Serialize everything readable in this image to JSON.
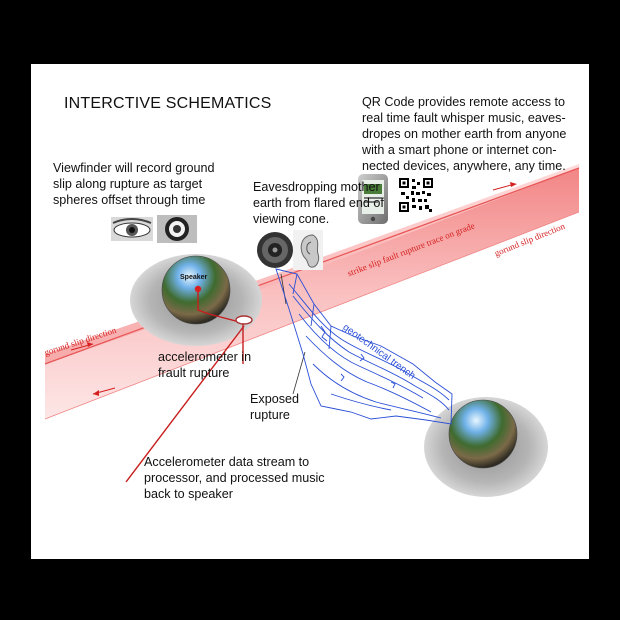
{
  "title": "INTERCTIVE SCHEMATICS",
  "qr_note": "QR Code provides remote access to real time fault whisper music, eaves-dropes on mother earth from anyone with a smart phone or internet con-nected devices, anywhere, any time.",
  "viewfinder_note": "Viewfinder will record ground slip along rupture as target spheres offset through time",
  "eavesdrop_note": "Eavesdropping mother earth from flared end of viewing cone.",
  "speaker_label": "Speaker",
  "accelerometer_label": "accelerometer in frault rupture",
  "exposed_label": "Exposed rupture",
  "data_stream_note": "Accelerometer data stream to processor, and processed music back to speaker",
  "strike_slip_label": "strike slip fault rupture trace on grade",
  "trench_label": "geotechnical trench",
  "slip_left_label": "gorund slip direction",
  "slip_right_label": "gorund slip direction",
  "colors": {
    "fault_red": "#e03030",
    "trench_blue": "#2a4fd6",
    "disc_gray": "#b9b9b9"
  },
  "icons": [
    "eye-icon",
    "camera-lens-icon",
    "speaker-icon",
    "ear-icon",
    "smartphone-icon",
    "qr-code-icon"
  ]
}
